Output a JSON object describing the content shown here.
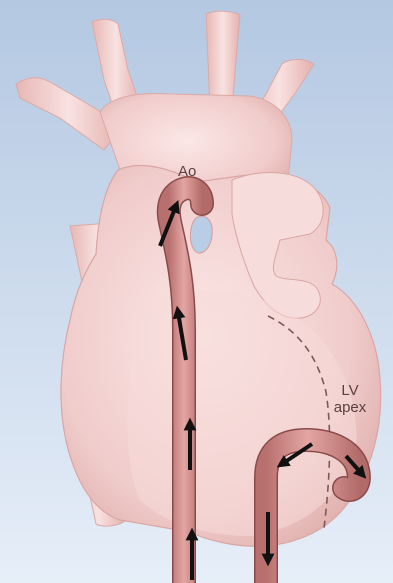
{
  "labels": {
    "aorta": "Ao",
    "lv_line1": "LV",
    "lv_line2": "apex"
  },
  "colors": {
    "background_top": "#b8cce4",
    "background_bottom": "#e4ecf6",
    "heart_fill": "#f3d3d1",
    "heart_shadow": "#e2b1ae",
    "heart_highlight": "#fae8e7",
    "catheter_fill": "#d48f8c",
    "catheter_edge": "#8a4a4a",
    "arrow": "#111111",
    "label_text": "#5a4040"
  },
  "icons": {
    "flow_arrow": "arrow-icon",
    "dashed_boundary": "dashed-line"
  }
}
